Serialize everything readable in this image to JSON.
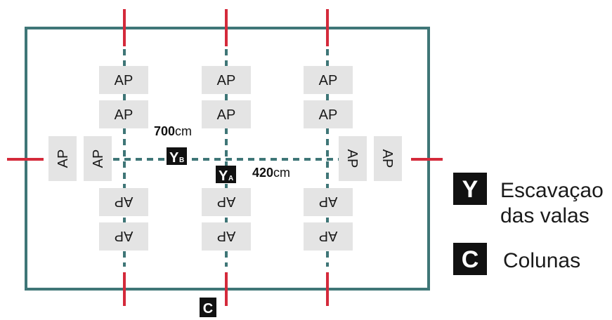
{
  "colors": {
    "frame": "#3f7677",
    "axis_dash": "#3f7677",
    "column_tick": "#d42a3b",
    "ap_block": "#e4e4e4",
    "marker_bg": "#111111"
  },
  "block_label": "AP",
  "dimensions": {
    "d700_value": "700",
    "d700_unit": "cm",
    "d420_value": "420",
    "d420_unit": "cm"
  },
  "markers": {
    "yb_letter": "Y",
    "yb_sub": "B",
    "ya_letter": "Y",
    "ya_sub": "A",
    "c_letter": "C"
  },
  "legend": {
    "y_letter": "Y",
    "y_line1": "Escavaçao",
    "y_line2": "das valas",
    "c_letter": "C",
    "c_text": "Colunas"
  }
}
